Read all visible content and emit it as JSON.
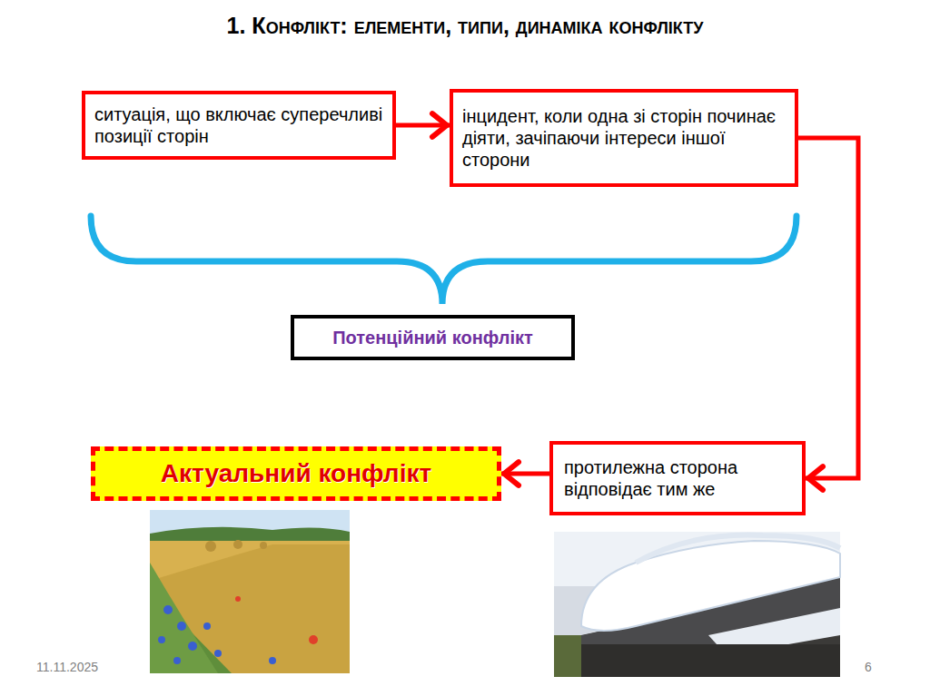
{
  "diagram": {
    "title": "1. Конфлікт: елементи, типи, динаміка конфлікту",
    "nodes": [
      {
        "text": [
          "ситуація, що включає суперечливі позиції сторін"
        ]
      },
      {
        "text": [
          "інцидент, коли одна зі сторін починає діяти, зачіпаючи інтереси іншої сторони"
        ]
      },
      {
        "text": [
          "Потенційний конфлікт"
        ]
      },
      {
        "text": [
          "протилежна сторона відповідає тим же"
        ]
      },
      {
        "text": [
          "Актуальний конфлікт"
        ]
      }
    ],
    "edges": [
      {
        "from": 0,
        "to": 1,
        "arrow": "to"
      },
      {
        "from": 1,
        "to": 3,
        "arrow": "to"
      },
      {
        "from": 3,
        "to": 4,
        "arrow": "to"
      }
    ],
    "labels": [
      "11.11.2025",
      "6"
    ]
  }
}
